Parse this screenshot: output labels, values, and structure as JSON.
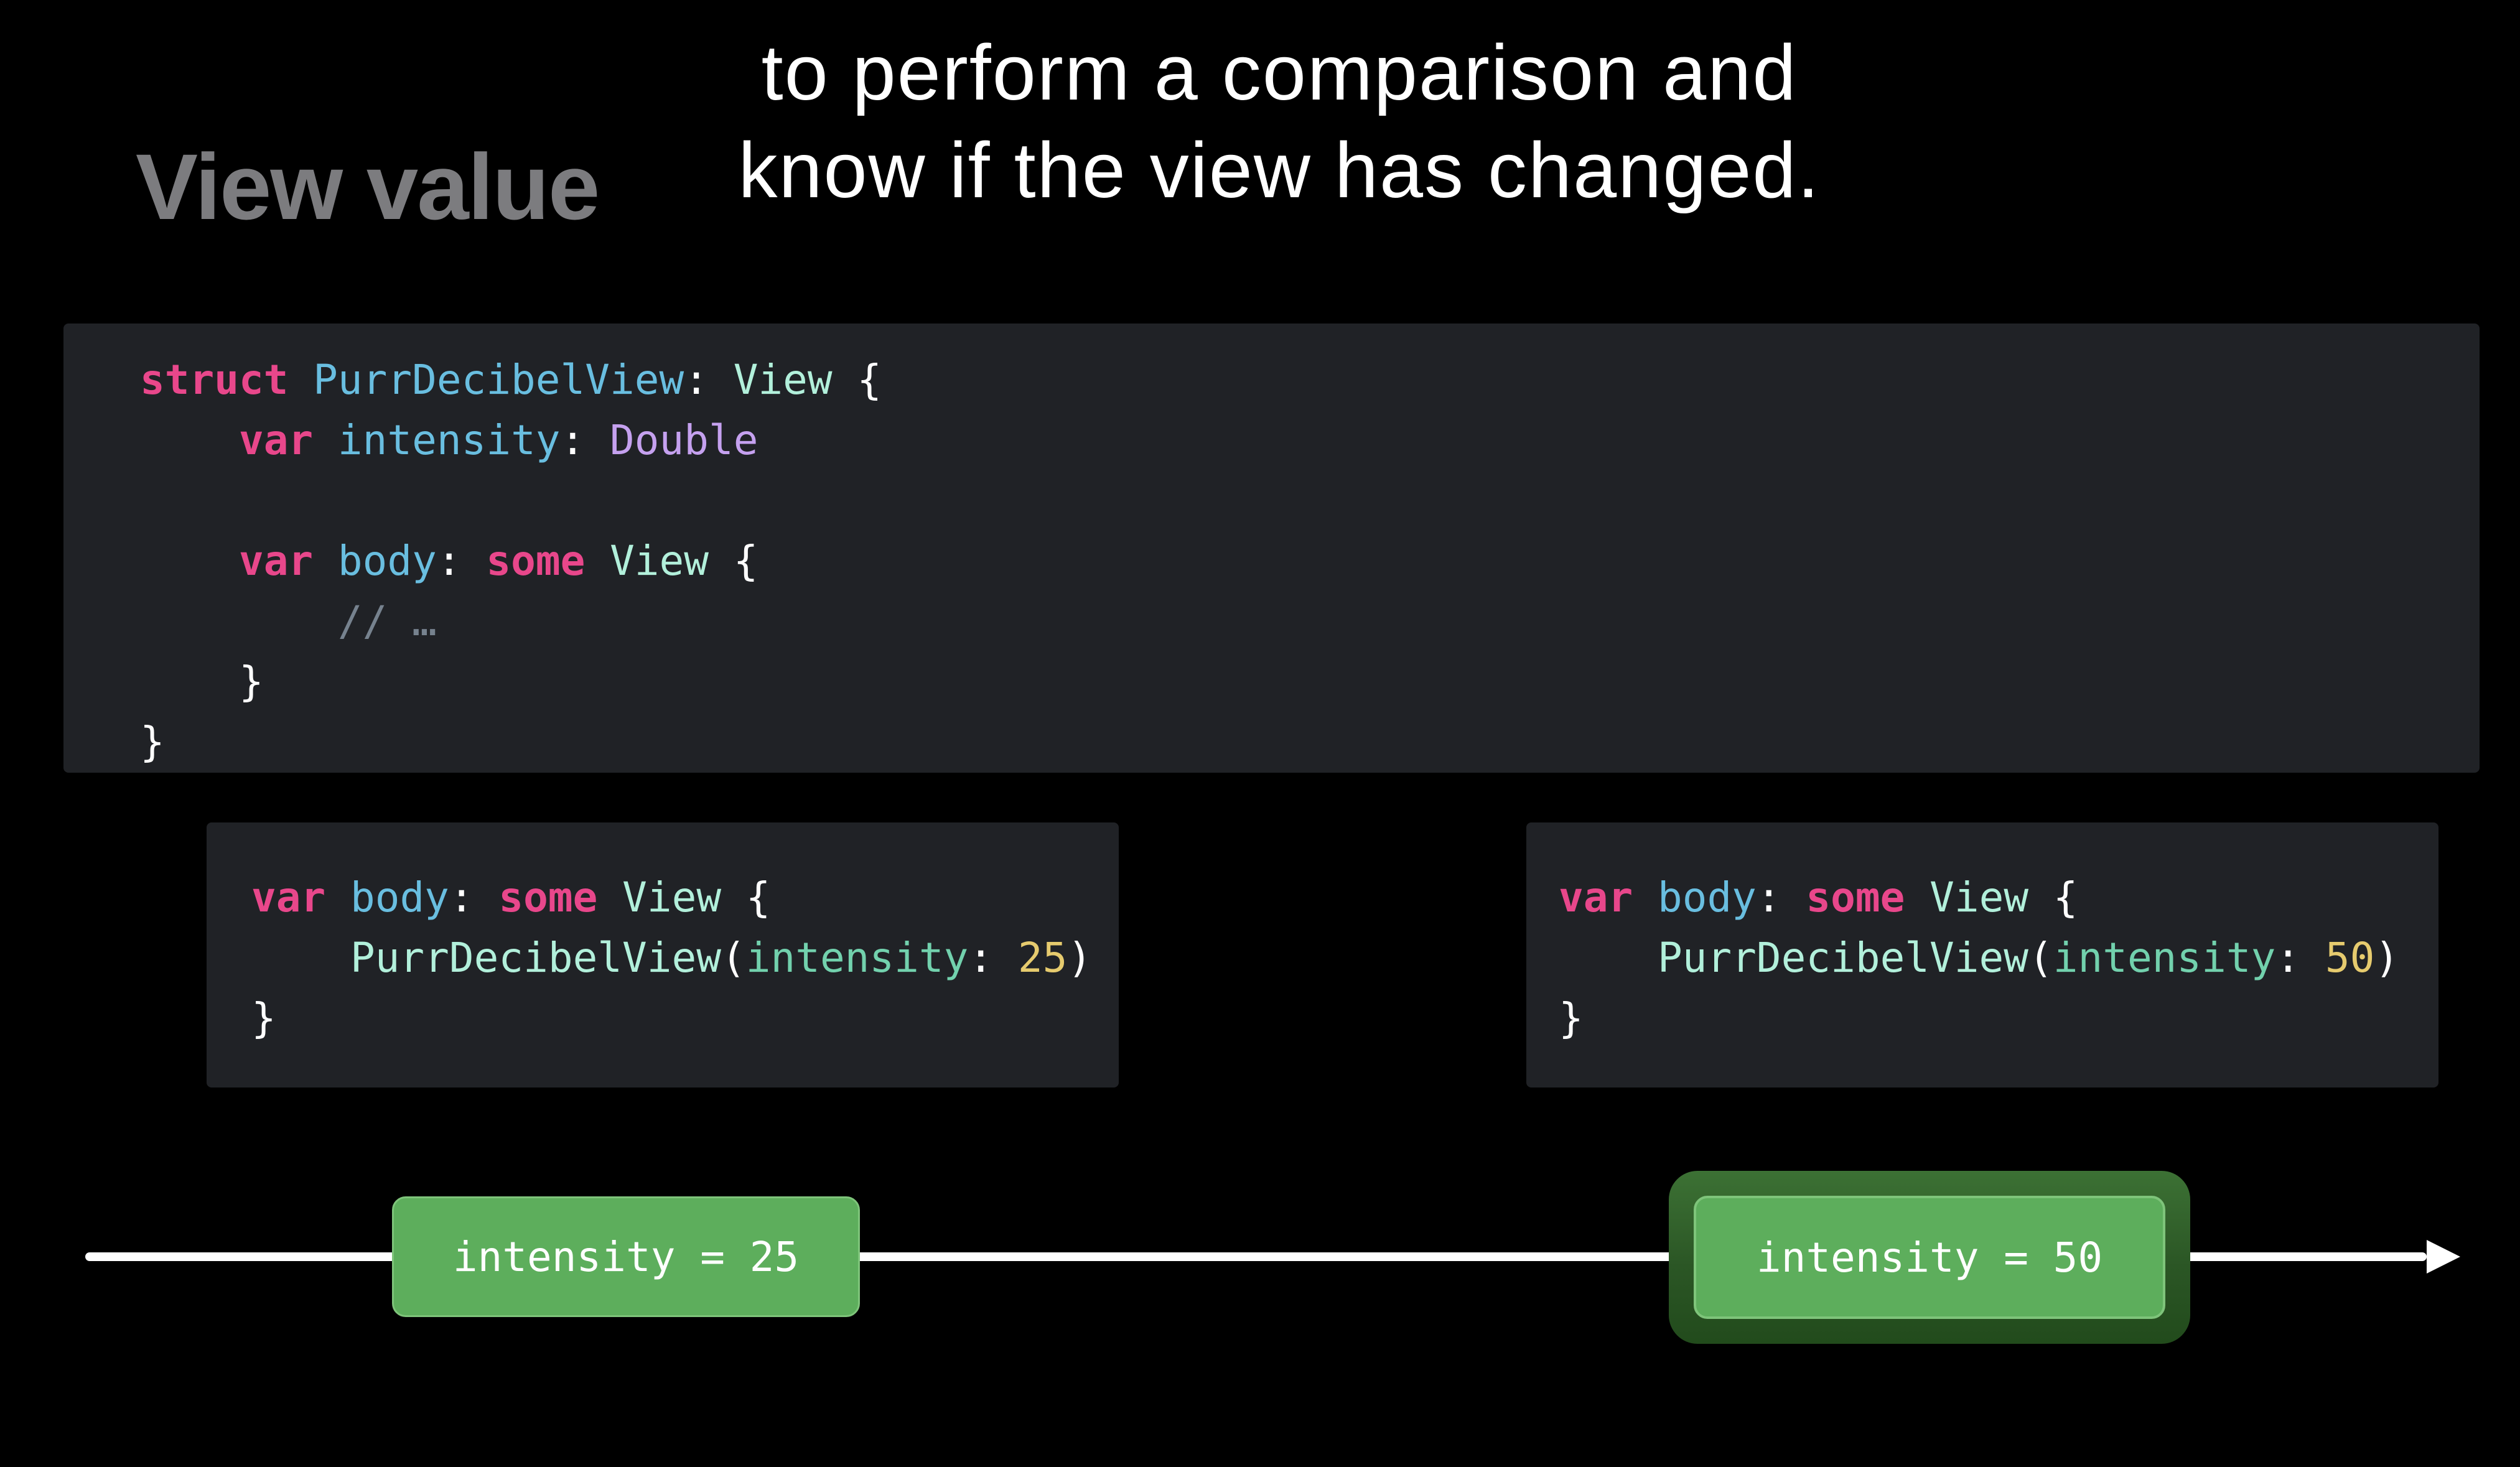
{
  "slide": {
    "title": "View value",
    "caption_line1": "to perform a comparison and",
    "caption_line2": "know if the view has changed."
  },
  "colors": {
    "background": "#000000",
    "panel_bg": "#202226",
    "keyword": "#E8478B",
    "decl_name": "#69BEE0",
    "type_name": "#B2F0DB",
    "type_purple": "#C5A1EF",
    "param_label": "#72D1AD",
    "number": "#E6CB6E",
    "comment": "#76828E",
    "plain": "#FFFFFF",
    "title_gray": "#7C7C7F",
    "caption_white": "#FFFFFF",
    "box_green": "#5DAE5C",
    "box_border": "#7EC47A",
    "halo_top": "#3C7134",
    "halo_bottom": "#224B1C",
    "arrow": "#FFFFFF"
  },
  "main_code": {
    "lines": [
      [
        {
          "c": "keyword",
          "t": "struct"
        },
        {
          "c": "plain",
          "t": " "
        },
        {
          "c": "decl_name",
          "t": "PurrDecibelView"
        },
        {
          "c": "plain",
          "t": ": "
        },
        {
          "c": "type_name",
          "t": "View"
        },
        {
          "c": "plain",
          "t": " {"
        }
      ],
      [
        {
          "c": "plain",
          "t": "    "
        },
        {
          "c": "keyword",
          "t": "var"
        },
        {
          "c": "plain",
          "t": " "
        },
        {
          "c": "decl_name",
          "t": "intensity"
        },
        {
          "c": "plain",
          "t": ": "
        },
        {
          "c": "type_purple",
          "t": "Double"
        }
      ],
      [],
      [
        {
          "c": "plain",
          "t": "    "
        },
        {
          "c": "keyword",
          "t": "var"
        },
        {
          "c": "plain",
          "t": " "
        },
        {
          "c": "decl_name",
          "t": "body"
        },
        {
          "c": "plain",
          "t": ": "
        },
        {
          "c": "keyword",
          "t": "some"
        },
        {
          "c": "plain",
          "t": " "
        },
        {
          "c": "type_name",
          "t": "View"
        },
        {
          "c": "plain",
          "t": " {"
        }
      ],
      [
        {
          "c": "plain",
          "t": "        "
        },
        {
          "c": "comment",
          "t": "// …"
        }
      ],
      [
        {
          "c": "plain",
          "t": "    }"
        }
      ],
      [
        {
          "c": "plain",
          "t": "}"
        }
      ]
    ]
  },
  "left_code": {
    "lines": [
      [
        {
          "c": "keyword",
          "t": "var"
        },
        {
          "c": "plain",
          "t": " "
        },
        {
          "c": "decl_name",
          "t": "body"
        },
        {
          "c": "plain",
          "t": ": "
        },
        {
          "c": "keyword",
          "t": "some"
        },
        {
          "c": "plain",
          "t": " "
        },
        {
          "c": "type_name",
          "t": "View"
        },
        {
          "c": "plain",
          "t": " {"
        }
      ],
      [
        {
          "c": "plain",
          "t": "    "
        },
        {
          "c": "type_name",
          "t": "PurrDecibelView"
        },
        {
          "c": "plain",
          "t": "("
        },
        {
          "c": "param_label",
          "t": "intensity"
        },
        {
          "c": "plain",
          "t": ": "
        },
        {
          "c": "number",
          "t": "25"
        },
        {
          "c": "plain",
          "t": ")"
        }
      ],
      [
        {
          "c": "plain",
          "t": "}"
        }
      ]
    ]
  },
  "right_code": {
    "lines": [
      [
        {
          "c": "keyword",
          "t": "var"
        },
        {
          "c": "plain",
          "t": " "
        },
        {
          "c": "decl_name",
          "t": "body"
        },
        {
          "c": "plain",
          "t": ": "
        },
        {
          "c": "keyword",
          "t": "some"
        },
        {
          "c": "plain",
          "t": " "
        },
        {
          "c": "type_name",
          "t": "View"
        },
        {
          "c": "plain",
          "t": " {"
        }
      ],
      [
        {
          "c": "plain",
          "t": "    "
        },
        {
          "c": "type_name",
          "t": "PurrDecibelView"
        },
        {
          "c": "plain",
          "t": "("
        },
        {
          "c": "param_label",
          "t": "intensity"
        },
        {
          "c": "plain",
          "t": ": "
        },
        {
          "c": "number",
          "t": "50"
        },
        {
          "c": "plain",
          "t": ")"
        }
      ],
      [
        {
          "c": "plain",
          "t": "}"
        }
      ]
    ]
  },
  "timeline": {
    "box1_label": "intensity = 25",
    "box2_label": "intensity = 50"
  }
}
